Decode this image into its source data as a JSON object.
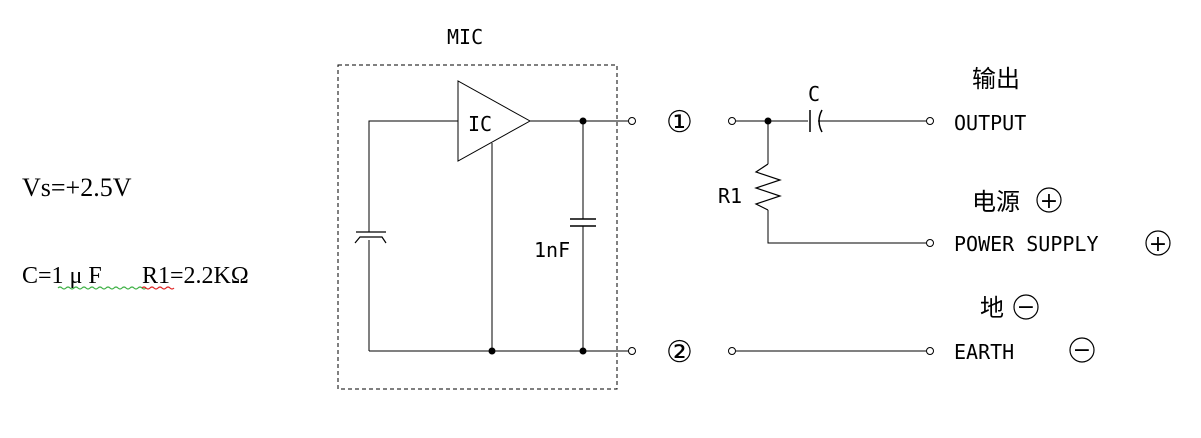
{
  "params": {
    "vs": "Vs=+2.5V",
    "c_value": "C=1 μ F",
    "r1_value": "R1=2.2KΩ"
  },
  "mic": {
    "title": "MIC",
    "ic_label": "IC",
    "cap_label": "1nF",
    "pin1": "①",
    "pin2": "②"
  },
  "output_side": {
    "cap_label": "C",
    "resistor_label": "R1",
    "output_cn": "输出",
    "output_en": "OUTPUT",
    "power_cn": "电源",
    "power_en": "POWER SUPPLY",
    "earth_cn": "地",
    "earth_en": "EARTH",
    "plus_symbol": "+",
    "minus_symbol": "−"
  },
  "colors": {
    "line": "#000000",
    "squiggle": "#3cb043",
    "squiggle_alt": "#e02020"
  }
}
